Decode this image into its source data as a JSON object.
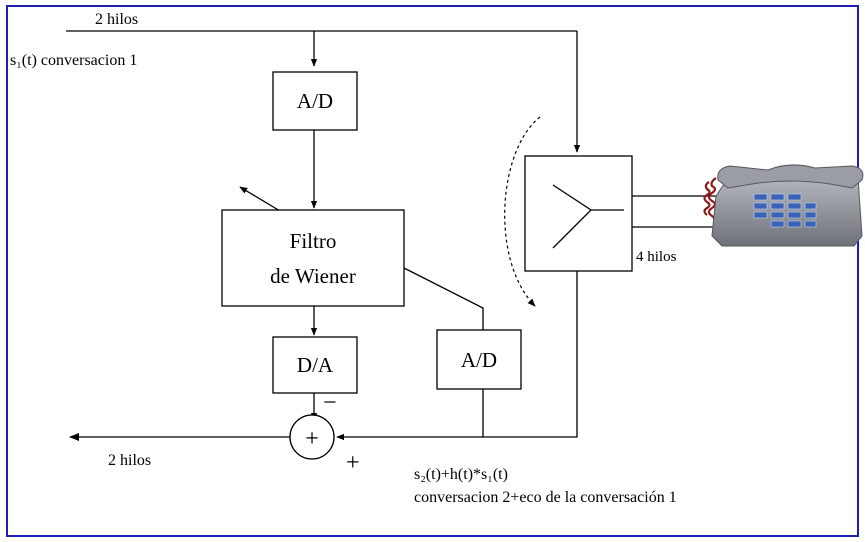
{
  "labels": {
    "top_wires": "2 hilos",
    "input_signal": "s₁(t) conversacion 1",
    "ad_top": "A/D",
    "filter_line1": "Filtro",
    "filter_line2": "de Wiener",
    "da": "D/A",
    "ad_bottom": "A/D",
    "four_wires": "4 hilos",
    "bottom_wires": "2 hilos",
    "sum_symbol": "+",
    "minus_sign": "−",
    "plus_sign": "+",
    "signal_expr": "s₂(t)+h(t)*s₁(t)",
    "signal_desc": "conversacion 2+eco de la conversación 1"
  },
  "colors": {
    "border": "#1f1fb4",
    "line": "#000000",
    "phone_body": "#8a8d93",
    "phone_cord": "#8b1a1a",
    "phone_keys": "#3a63b8"
  },
  "icons": {
    "phone": "telephone-icon",
    "hybrid": "hybrid-transformer-icon"
  }
}
